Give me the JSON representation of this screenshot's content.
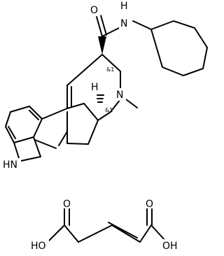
{
  "molecule": {
    "amide_oxygen": "O",
    "amide_nitrogen_h": "H",
    "amide_nitrogen": "N",
    "ring_nitrogen": "N",
    "indole_nh": "HN",
    "stereo_h": "H",
    "stereo_label_1": "&1",
    "stereo_label_2": "&1"
  },
  "counter_ion": {
    "left_oxygen": "O",
    "right_oxygen": "O",
    "left_hydroxyl": "HO",
    "right_hydroxyl": "OH"
  }
}
